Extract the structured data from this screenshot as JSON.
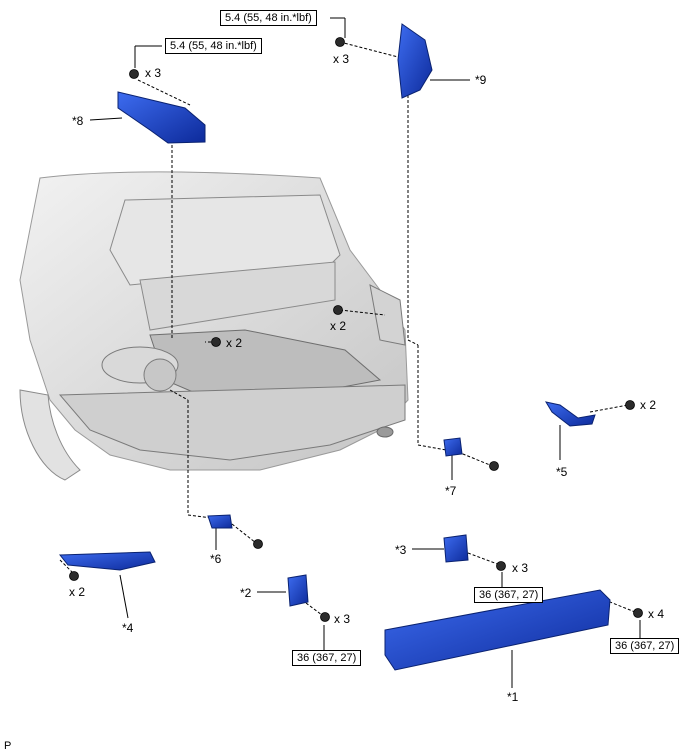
{
  "callouts": {
    "p1": "*1",
    "p2": "*2",
    "p3": "*3",
    "p4": "*4",
    "p5": "*5",
    "p6": "*6",
    "p7": "*7",
    "p8": "*8",
    "p9": "*9"
  },
  "quantities": {
    "x3": "x 3",
    "x2": "x 2",
    "x4": "x 4"
  },
  "torque": {
    "nut_small": "5.4 (55, 48 in.*lbf)",
    "bolt_large": "36 (367, 27)"
  },
  "figure_code": "P",
  "colors": {
    "part_blue": "#1f4fd6",
    "part_blue_dark": "#0e2c8c",
    "body_gray": "#cfcfcf",
    "line": "#000000"
  }
}
